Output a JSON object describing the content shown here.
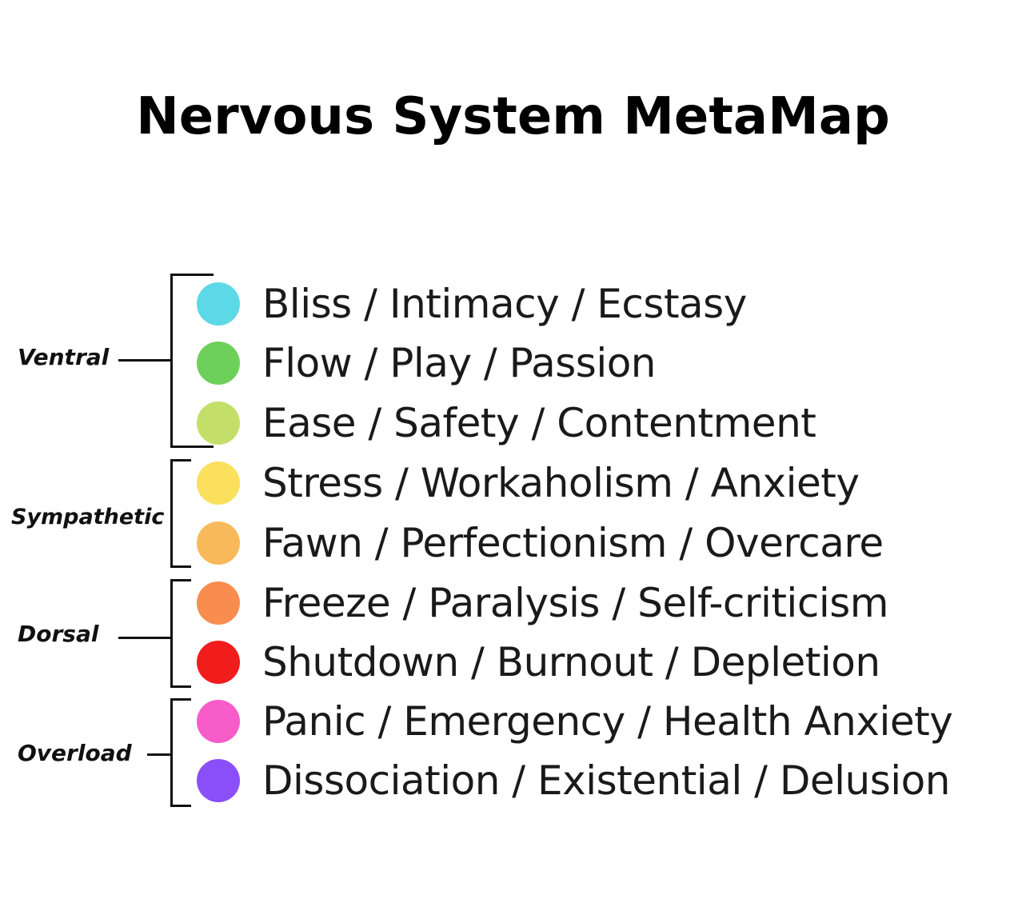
{
  "title": "Nervous System MetaMap",
  "groups": [
    {
      "label": "Ventral"
    },
    {
      "label": "Sympathetic"
    },
    {
      "label": "Dorsal"
    },
    {
      "label": "Overload"
    }
  ],
  "states": [
    {
      "text": "Bliss / Intimacy / Ecstasy",
      "color": "#5dd8e6"
    },
    {
      "text": "Flow / Play / Passion",
      "color": "#6dd05a"
    },
    {
      "text": "Ease / Safety / Contentment",
      "color": "#c3df6a"
    },
    {
      "text": "Stress / Workaholism / Anxiety",
      "color": "#fae05c"
    },
    {
      "text": "Fawn / Perfectionism / Overcare",
      "color": "#f8b95b"
    },
    {
      "text": "Freeze / Paralysis / Self-criticism",
      "color": "#f98c4f"
    },
    {
      "text": "Shutdown / Burnout / Depletion",
      "color": "#f11c1c"
    },
    {
      "text": "Panic / Emergency / Health Anxiety",
      "color": "#f75cc8"
    },
    {
      "text": "Dissociation / Existential / Delusion",
      "color": "#8a4ff8"
    }
  ]
}
